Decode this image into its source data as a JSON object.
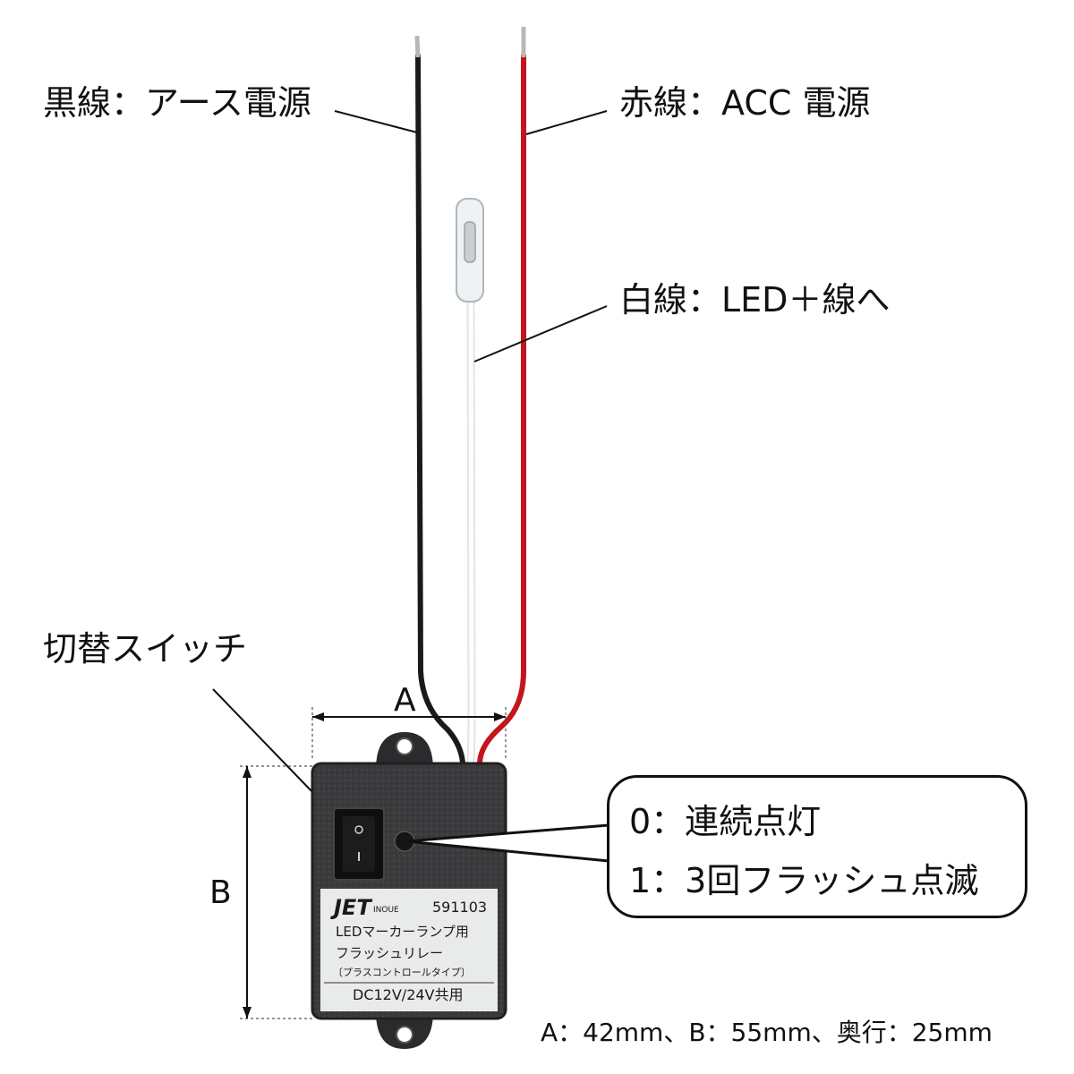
{
  "labels": {
    "black_wire": "黒線：アース電源",
    "red_wire": "赤線：ACC 電源",
    "white_wire": "白線：LED＋線へ",
    "switch": "切替スイッチ",
    "dim_a": "A",
    "dim_b": "B",
    "dimensions": "A：42mm、B：55mm、奥行：25mm"
  },
  "callout": {
    "mode_0": "0：連続点灯",
    "mode_1": "1：3回フラッシュ点滅"
  },
  "sticker": {
    "brand": "JET",
    "brand_sub": "INOUE",
    "part_number": "591103",
    "line1": "LEDマーカーランプ用",
    "line2": "フラッシュリレー",
    "line3": "〔プラスコントロールタイプ〕",
    "line4": "DC12V/24V共用"
  },
  "colors": {
    "black_wire": "#1a1a1a",
    "red_wire": "#c4151c",
    "white_wire": "#f4f4f4",
    "housing": "#3a3a3a"
  }
}
